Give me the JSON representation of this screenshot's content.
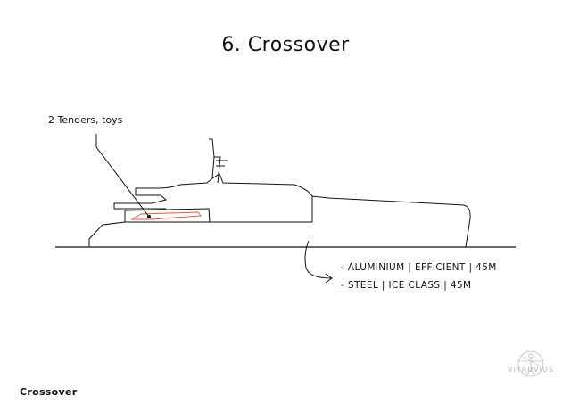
{
  "title": "6. Crossover",
  "callout": "2 Tenders, toys",
  "specs": [
    "- ALUMINIUM | EFFICIENT | 45M",
    "- STEEL | ICE CLASS | 45M"
  ],
  "footer": "Crossover",
  "logo": {
    "name": "VITRUVIUS",
    "icon": "vitruvian-man-icon"
  },
  "colors": {
    "line": "#111111",
    "tender": "#e05a4a",
    "logo": "#bdbdbd"
  }
}
